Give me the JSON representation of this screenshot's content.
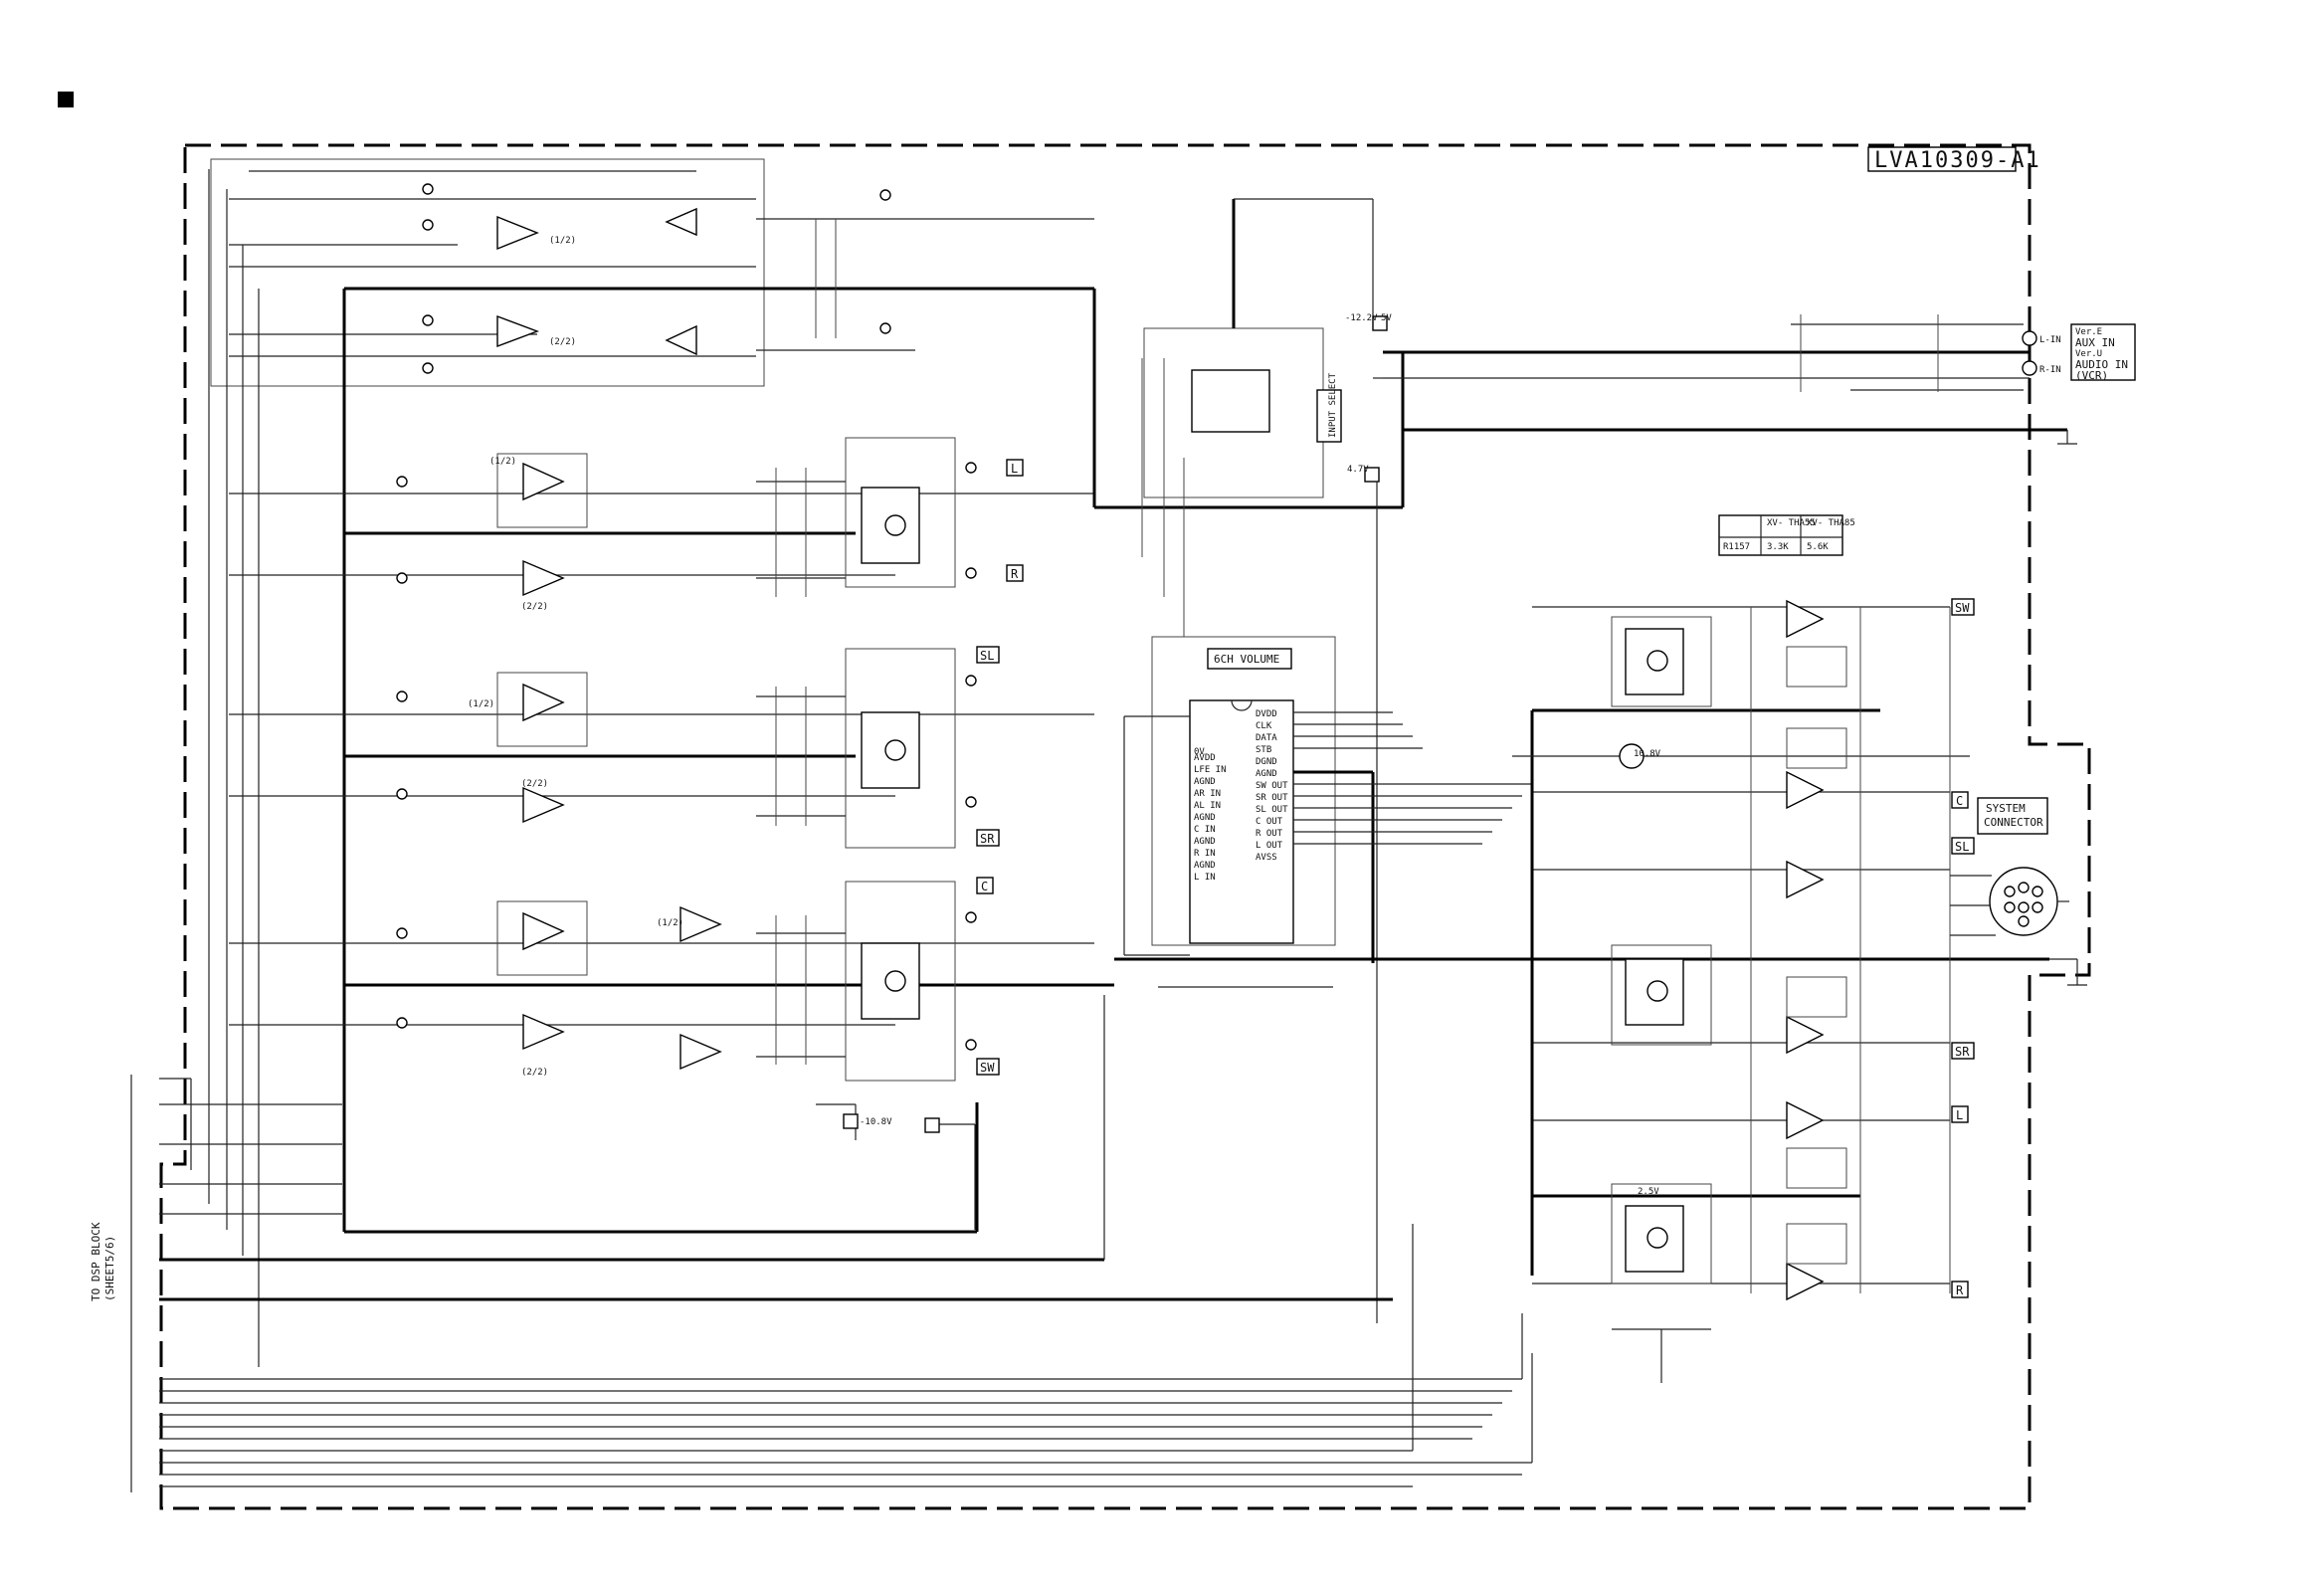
{
  "board_id": "LVA10309-A1",
  "blocks": {
    "volume": "6CH VOLUME",
    "input_select": "INPUT SELECT",
    "system_connector": "SYSTEM CONNECTOR"
  },
  "aux_note": {
    "line1": "Ver.E",
    "line2": "AUX IN",
    "line3": "Ver.U",
    "line4": "AUDIO IN",
    "line5": "(VCR)"
  },
  "jacks": {
    "left": "L-IN",
    "right": "R-IN"
  },
  "dsp_note": {
    "line1": "TO DSP BLOCK",
    "line2": "(SHEET5/6)"
  },
  "variant_table": {
    "headers": [
      "",
      "XV-\nTHA55",
      "XV-\nTHA85"
    ],
    "row": [
      "R1157",
      "3.3K",
      "5.6K"
    ]
  },
  "channel_tags_left": [
    "L",
    "R",
    "SL",
    "SR",
    "C",
    "SW"
  ],
  "channel_tags_right": [
    "SW",
    "C",
    "SL",
    "SR",
    "L",
    "R"
  ],
  "ic_pins_left": [
    "AVDD",
    "LFE IN",
    "AGND",
    "AR IN",
    "AL IN",
    "AGND",
    "C IN",
    "AGND",
    "R IN",
    "AGND",
    "L IN"
  ],
  "ic_pins_right": [
    "DVDD",
    "CLK",
    "DATA",
    "STB",
    "DGND",
    "AGND",
    "SW OUT",
    "SR OUT",
    "SL OUT",
    "C OUT",
    "R OUT",
    "L OUT",
    "AVSS"
  ],
  "opamp_tags": [
    "(1/2)",
    "(2/2)",
    "(1/2)",
    "(2/2)",
    "(1/2)",
    "(2/2)",
    "(1/2)",
    "(2/2)"
  ],
  "voltages": [
    "-10.8V",
    "10.8V",
    "4.7V",
    "2.5V",
    "0V",
    "-12.2V",
    "5V"
  ],
  "marker_icon": "black-square-icon"
}
